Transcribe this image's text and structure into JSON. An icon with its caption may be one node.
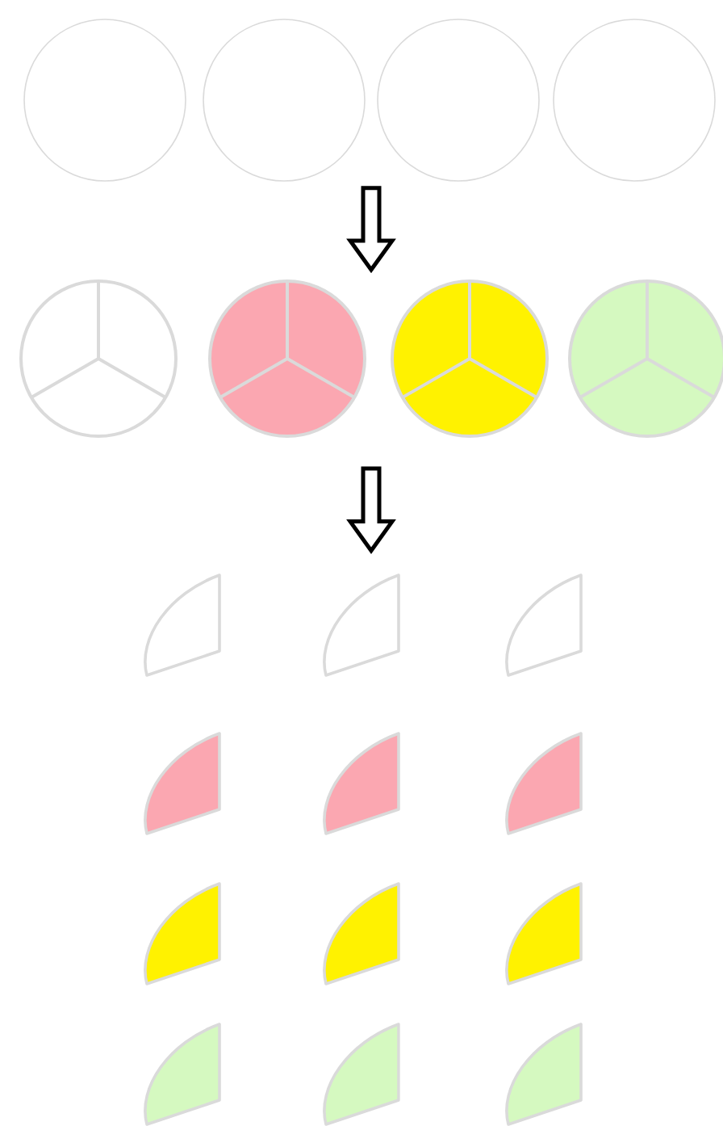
{
  "diagram": {
    "nodes": [
      {
        "text": [],
        "shape": "circle"
      },
      {
        "text": [],
        "shape": "circle"
      },
      {
        "text": [],
        "shape": "circle"
      },
      {
        "text": [],
        "shape": "circle"
      },
      {
        "text": [],
        "shape": "pie"
      },
      {
        "text": [],
        "shape": "pie"
      },
      {
        "text": [],
        "shape": "pie"
      },
      {
        "text": [],
        "shape": "pie"
      },
      {
        "text": [],
        "shape": "wedge"
      },
      {
        "text": [],
        "shape": "wedge"
      },
      {
        "text": [],
        "shape": "wedge"
      },
      {
        "text": [],
        "shape": "wedge"
      },
      {
        "text": [],
        "shape": "wedge"
      },
      {
        "text": [],
        "shape": "wedge"
      },
      {
        "text": [],
        "shape": "wedge"
      },
      {
        "text": [],
        "shape": "wedge"
      },
      {
        "text": [],
        "shape": "wedge"
      },
      {
        "text": [],
        "shape": "wedge"
      },
      {
        "text": [],
        "shape": "wedge"
      },
      {
        "text": [],
        "shape": "wedge"
      }
    ],
    "edges": [
      {
        "from": 1,
        "to": 5,
        "arrow": "to"
      },
      {
        "from": 5,
        "to": 9,
        "arrow": "to"
      }
    ]
  }
}
